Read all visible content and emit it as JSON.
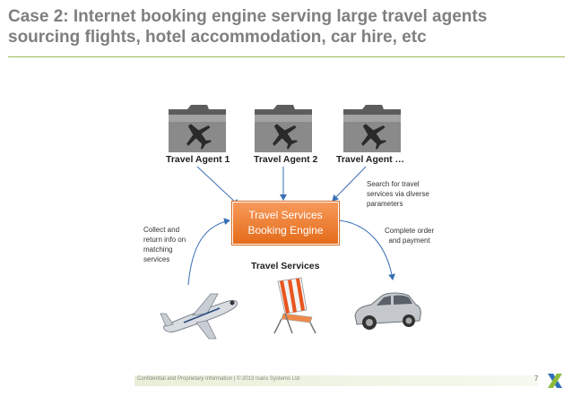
{
  "slide": {
    "title_line1": "Case 2: Internet booking engine serving large travel agents",
    "title_line2": "sourcing flights, hotel accommodation, car hire, etc",
    "page_number": "7"
  },
  "agents": [
    {
      "label": "Travel Agent 1"
    },
    {
      "label": "Travel Agent 2"
    },
    {
      "label": "Travel Agent …"
    }
  ],
  "engine": {
    "line1": "Travel Services",
    "line2": "Booking Engine"
  },
  "notes": {
    "search_line1": "Search for travel",
    "search_line2": "services via diverse",
    "search_line3": "parameters",
    "collect_line1": "Collect and",
    "collect_line2": "return info on",
    "collect_line3": "matching",
    "collect_line4": "services",
    "complete_line1": "Complete order",
    "complete_line2": "and payment"
  },
  "services": {
    "label": "Travel Services"
  },
  "footer": {
    "text": "Confidential and Proprietary Information | © 2013 Isaris Systems Ltd"
  },
  "colors": {
    "title": "#7f7f7f",
    "rule": "#9bbb59",
    "engine": "#e8772e",
    "arrow": "#3a6fb5"
  }
}
